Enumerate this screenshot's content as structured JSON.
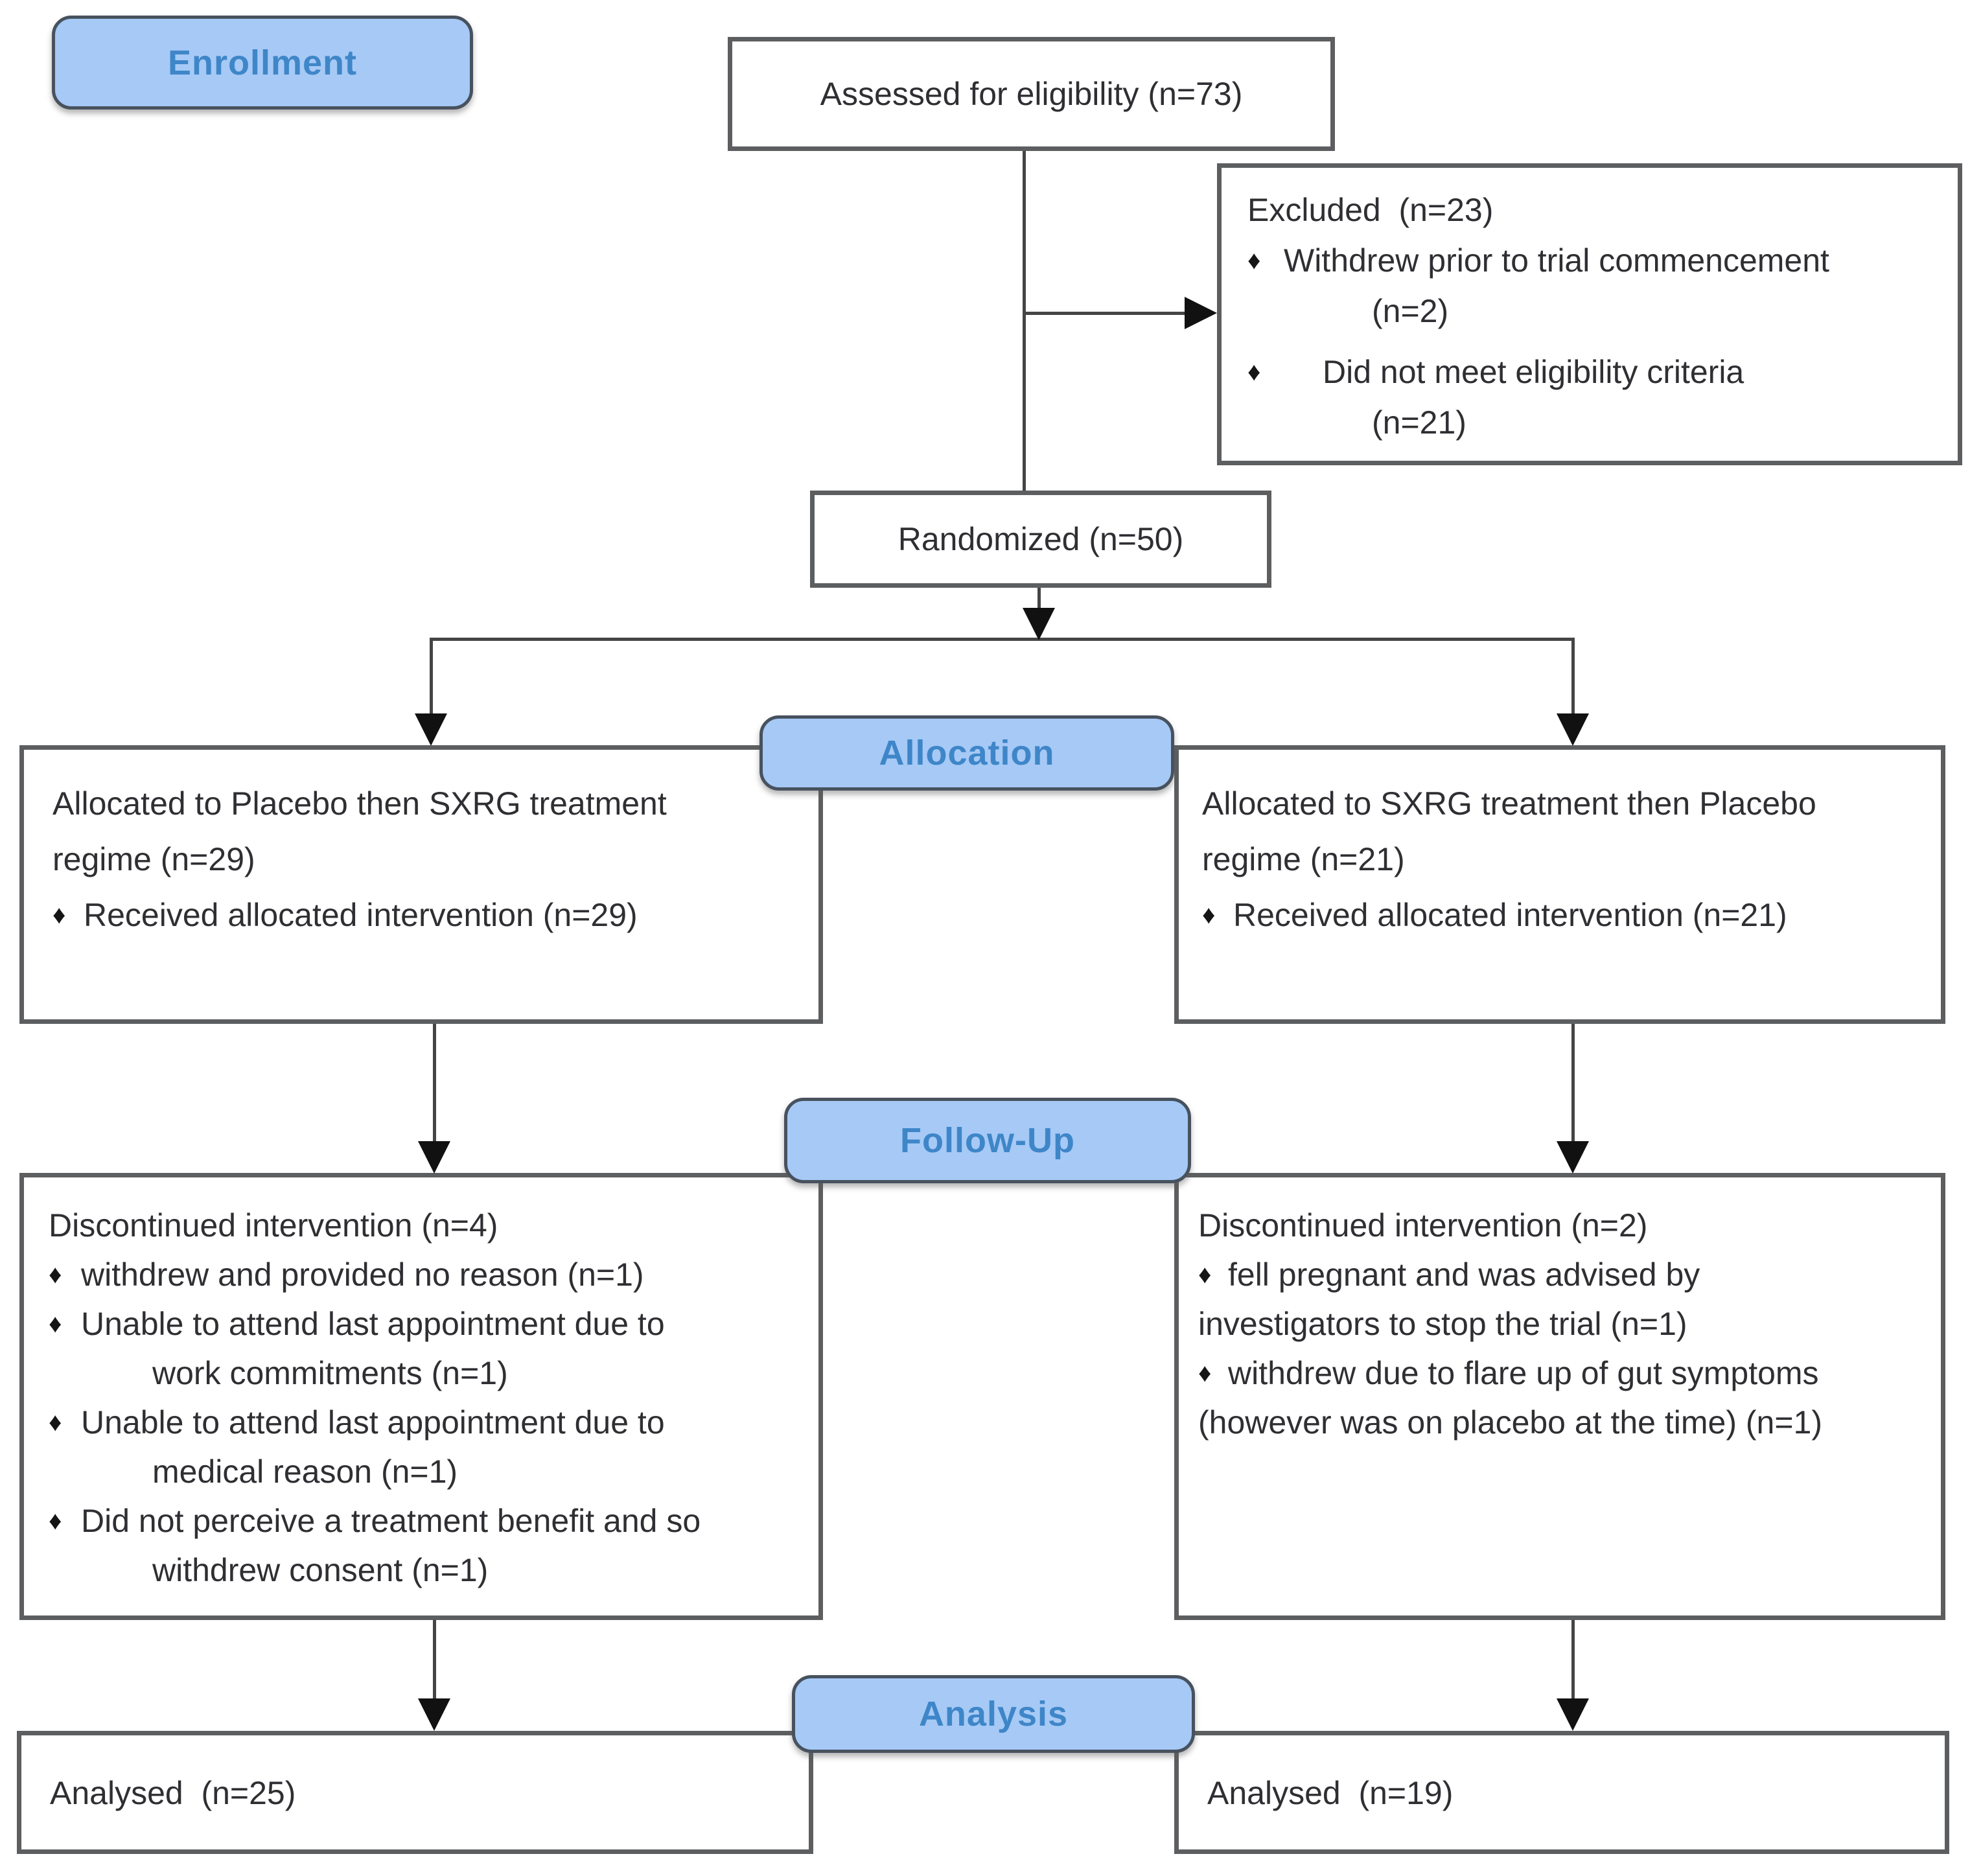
{
  "diagram": {
    "bullet_glyph": "♦",
    "colors": {
      "pill_fill": "#a6c9f6",
      "pill_text": "#3e86c8",
      "pill_border": "#47525e",
      "box_border": "#5d5e60",
      "connector": "#454545",
      "arrow": "#111111",
      "text": "#2f2f33"
    },
    "stages": {
      "enrollment": "Enrollment",
      "allocation": "Allocation",
      "followup": "Follow-Up",
      "analysis": "Analysis"
    },
    "enrollment": {
      "assessed": "Assessed for eligibility (n=73)",
      "excluded_title": "Excluded  (n=23)",
      "excluded_reason1": "Withdrew prior to trial commencement",
      "excluded_reason1_n": "(n=2)",
      "excluded_reason2": "Did not meet eligibility criteria",
      "excluded_reason2_n": "(n=21)",
      "randomized": "Randomized (n=50)"
    },
    "allocation_left": {
      "line1": "Allocated to Placebo then SXRG treatment",
      "line2": "regime (n=29)",
      "received": "Received allocated intervention (n=29)"
    },
    "allocation_right": {
      "line1": "Allocated to SXRG treatment then Placebo",
      "line2": "regime (n=21)",
      "received": "Received allocated intervention (n=21)"
    },
    "followup_left": {
      "title": "Discontinued intervention (n=4)",
      "reason1": "withdrew and provided no reason (n=1)",
      "reason2_line1": "Unable to attend last appointment due to",
      "reason2_line2": "work commitments (n=1)",
      "reason3_line1": "Unable to attend last appointment due to",
      "reason3_line2": "medical reason (n=1)",
      "reason4_line1": "Did not perceive a treatment benefit and so",
      "reason4_line2": "withdrew consent (n=1)"
    },
    "followup_right": {
      "title": "Discontinued intervention (n=2)",
      "reason1_line1": "fell pregnant and was advised by",
      "reason1_line2": "investigators to stop the trial (n=1)",
      "reason2_line1": "withdrew due to flare up of gut symptoms",
      "reason2_line2": "(however was on placebo at the time) (n=1)"
    },
    "analysis_left": "Analysed  (n=25)",
    "analysis_right": "Analysed  (n=19)"
  }
}
